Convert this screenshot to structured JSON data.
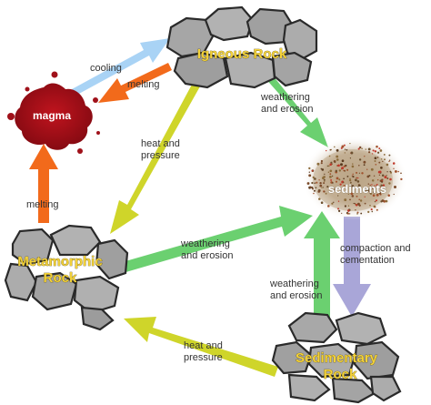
{
  "nodes": {
    "igneous": "Igneous Rock",
    "magma": "magma",
    "sediments": "sediments",
    "metamorphic_line1": "Metamorphic",
    "metamorphic_line2": "Rock",
    "sedimentary_line1": "Sedimentary",
    "sedimentary_line2": "Rock"
  },
  "labels": {
    "cooling": "cooling",
    "melting_top": "melting",
    "melting_left": "melting",
    "weathering_1": "weathering",
    "erosion_1": "and erosion",
    "heat_1": "heat and",
    "pressure_1": "pressure",
    "weathering_2": "weathering",
    "erosion_2": "and erosion",
    "compaction": "compaction and",
    "cementation": "cementation",
    "weathering_3": "weathering",
    "erosion_3": "and erosion",
    "heat_2": "heat and",
    "pressure_2": "pressure"
  },
  "colors": {
    "cooling_arrow": "#a9d3f5",
    "melting_arrow": "#f26a1b",
    "heat_pressure_arrow": "#cfd52a",
    "weathering_arrow": "#6bd070",
    "compaction_arrow": "#a9a6d8",
    "rock": "#a6a6a6",
    "rock_title": "#f3d23a",
    "magma": "#a0111a"
  }
}
